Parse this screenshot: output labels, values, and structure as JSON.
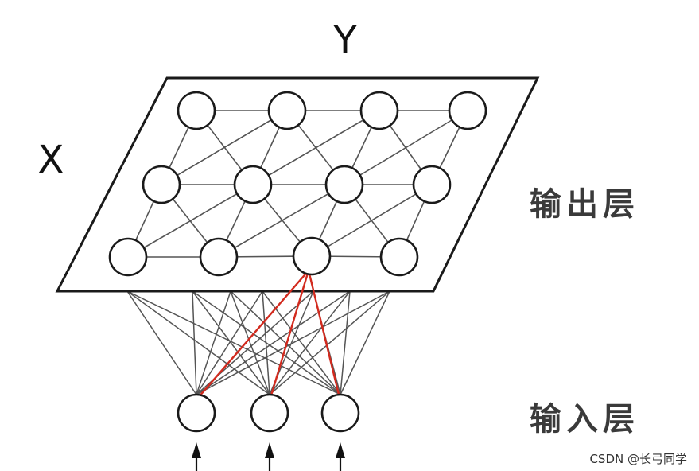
{
  "labels": {
    "x_axis": "X",
    "y_axis": "Y",
    "output_layer": "输出层",
    "input_layer": "输入层",
    "watermark": "CSDN @长弓同学"
  },
  "structure": {
    "output_rows": 3,
    "output_cols": 4,
    "input_nodes": 3,
    "highlighted_output": {
      "row": 2,
      "col": 2
    }
  },
  "colors": {
    "highlight": "#d22a1e",
    "edge": "#555555",
    "node_stroke": "#1a1a1a"
  }
}
